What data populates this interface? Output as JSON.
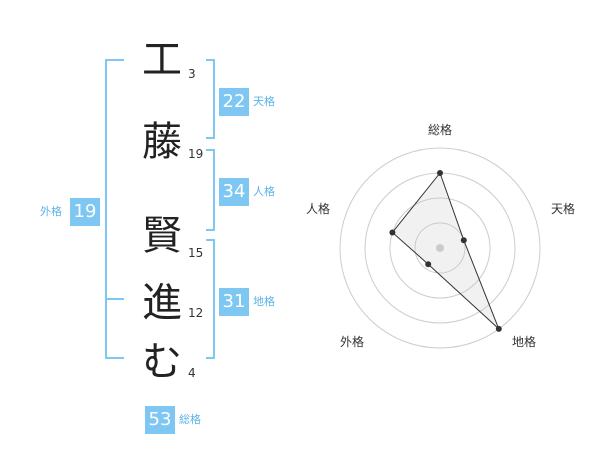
{
  "name_chars": [
    {
      "char": "工",
      "strokes": "3"
    },
    {
      "char": "藤",
      "strokes": "19"
    },
    {
      "char": "賢",
      "strokes": "15"
    },
    {
      "char": "進",
      "strokes": "12"
    },
    {
      "char": "む",
      "strokes": "4"
    }
  ],
  "fortunes": {
    "tenkaku": {
      "value": "22",
      "label": "天格"
    },
    "jinkaku": {
      "value": "34",
      "label": "人格"
    },
    "chikaku": {
      "value": "31",
      "label": "地格"
    },
    "gaikaku": {
      "value": "19",
      "label": "外格"
    },
    "soukaku": {
      "value": "53",
      "label": "総格"
    }
  },
  "colors": {
    "accent": "#7dc7f2",
    "bracket": "#7dc7f2",
    "radar_line": "#333333",
    "radar_grid": "#cccccc"
  },
  "chart_data": {
    "type": "radar",
    "axes": [
      "総格",
      "天格",
      "地格",
      "外格",
      "人格"
    ],
    "values": [
      0.75,
      0.25,
      1.0,
      0.2,
      0.5
    ]
  }
}
